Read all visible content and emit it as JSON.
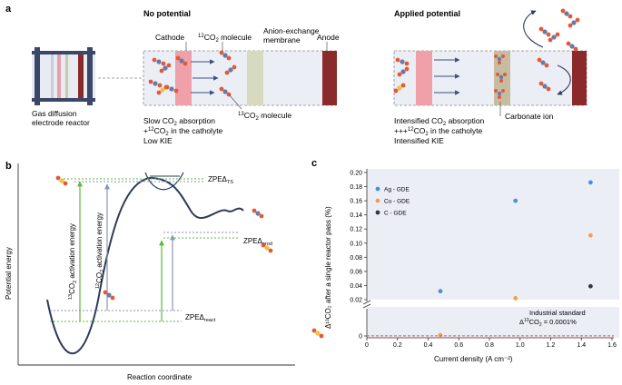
{
  "panel_a": {
    "letter": "a",
    "reactor_label_1": "Gas diffusion",
    "reactor_label_2": "electrode reactor",
    "left_header": "No potential",
    "right_header": "Applied potential",
    "cathode_label": "Cathode",
    "c12_pre": "12",
    "c12_label": "CO",
    "c12_sub": "2",
    "c12_post": " molecule",
    "aem_label_1": "Anion-exchange",
    "aem_label_2": "membrane",
    "anode_label": "Anode",
    "c13_pre": "13",
    "c13_label": "CO",
    "c13_sub": "2",
    "c13_post": " molecule",
    "left_caption_1a": "Slow CO",
    "left_caption_1b": "2",
    "left_caption_1c": " absorption",
    "left_caption_2a": "+",
    "left_caption_2b": "12",
    "left_caption_2c": "CO",
    "left_caption_2d": "2",
    "left_caption_2e": " in the catholyte",
    "left_caption_3": "Low KIE",
    "carbonate_label": "Carbonate ion",
    "right_caption_1a": "Intensified CO",
    "right_caption_1b": "2",
    "right_caption_1c": " absorption",
    "right_caption_2a": "+++",
    "right_caption_2b": "12",
    "right_caption_2c": "CO",
    "right_caption_2d": "2",
    "right_caption_2e": " in the catholyte",
    "right_caption_3": "Intensified KIE"
  },
  "panel_b": {
    "letter": "b",
    "y_axis_label": "Potential energy",
    "x_axis_label": "Reaction coordinate",
    "zpe_ts_a": "ZPEΔ",
    "zpe_ts_b": "TS",
    "zpe_prod_a": "ZPEΔ",
    "zpe_prod_b": "prod",
    "zpe_react_a": "ZPEΔ",
    "zpe_react_b": "react",
    "act13_a": "13",
    "act13_b": "CO",
    "act13_c": "2",
    "act13_d": " activation energy",
    "act12_a": "12",
    "act12_b": "CO",
    "act12_c": "2",
    "act12_d": " activation energy"
  },
  "panel_c": {
    "letter": "c",
    "industrial_line_1": "Industrial standard",
    "industrial_line_2a": "Δ",
    "industrial_line_2b": "13",
    "industrial_line_2c": "CO",
    "industrial_line_2d": "2",
    "industrial_line_2e": " = 0.0001%"
  },
  "chart_data": {
    "type": "scatter",
    "xlabel": "Current density (A cm⁻²)",
    "ylabel": "Δ¹³CO₂ after a single reactor pass (%)",
    "xlim": [
      0,
      1.6
    ],
    "ylim": [
      0,
      0.2
    ],
    "axis_break": "between 0.00 and 0.02",
    "x_ticks": [
      "0",
      "0.2",
      "0.4",
      "0.6",
      "0.8",
      "1.0",
      "1.2",
      "1.4",
      "1.6"
    ],
    "y_ticks": [
      "0",
      "0.02",
      "0.04",
      "0.06",
      "0.08",
      "0.10",
      "0.12",
      "0.14",
      "0.16",
      "0.18",
      "0.20"
    ],
    "legend_position": "top-left",
    "reference_line": {
      "y": 0.0001,
      "style": "dashed",
      "color": "#e0506a"
    },
    "series": [
      {
        "name": "Ag - GDE",
        "color": "#4a90d9",
        "x": [
          0.48,
          0.97,
          1.46
        ],
        "y": [
          0.032,
          0.16,
          0.186
        ]
      },
      {
        "name": "Cu - GDE",
        "color": "#f0a050",
        "x": [
          0.48,
          0.97,
          1.46
        ],
        "y": [
          0.0011,
          0.022,
          0.111
        ]
      },
      {
        "name": "C - GDE",
        "color": "#333844",
        "x": [
          1.46
        ],
        "y": [
          0.039
        ]
      }
    ]
  }
}
